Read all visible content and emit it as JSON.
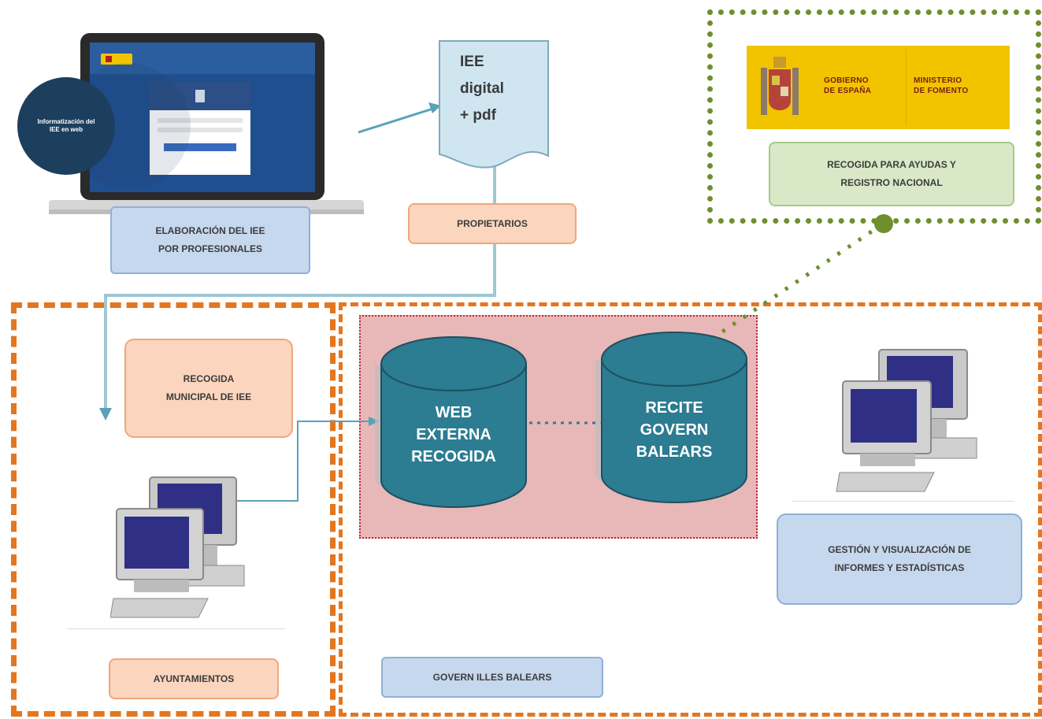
{
  "laptop": {
    "overlay_text": "Informatización del IEE en web"
  },
  "document": {
    "lines": [
      "IEE",
      "digital",
      "+ pdf"
    ]
  },
  "logo": {
    "left": [
      "GOBIERNO",
      "DE ESPAÑA"
    ],
    "right": [
      "MINISTERIO",
      "DE FOMENTO"
    ]
  },
  "boxes": {
    "elaboracion": [
      "ELABORACIÓN DEL IEE",
      "POR PROFESIONALES"
    ],
    "propietarios": "PROPIETARIOS",
    "recogida_ayudas": [
      "RECOGIDA PARA AYUDAS Y",
      "REGISTRO NACIONAL"
    ],
    "recogida_municipal": [
      "RECOGIDA",
      "MUNICIPAL DE IEE"
    ],
    "gestion": [
      "GESTIÓN Y VISUALIZACIÓN DE",
      "INFORMES Y ESTADÍSTICAS"
    ],
    "ayuntamientos": "AYUNTAMIENTOS",
    "govern": "GOVERN ILLES BALEARS"
  },
  "databases": {
    "web": [
      "WEB",
      "EXTERNA",
      "RECOGIDA"
    ],
    "recite": [
      "RECITE",
      "GOVERN",
      "BALEARS"
    ]
  },
  "colors": {
    "orange_border": "#e3761e",
    "green_border": "#6f8f2f",
    "db_fill": "#2c7c92",
    "connector": "#5aa2b8",
    "red_region": "#e8b7b8"
  }
}
